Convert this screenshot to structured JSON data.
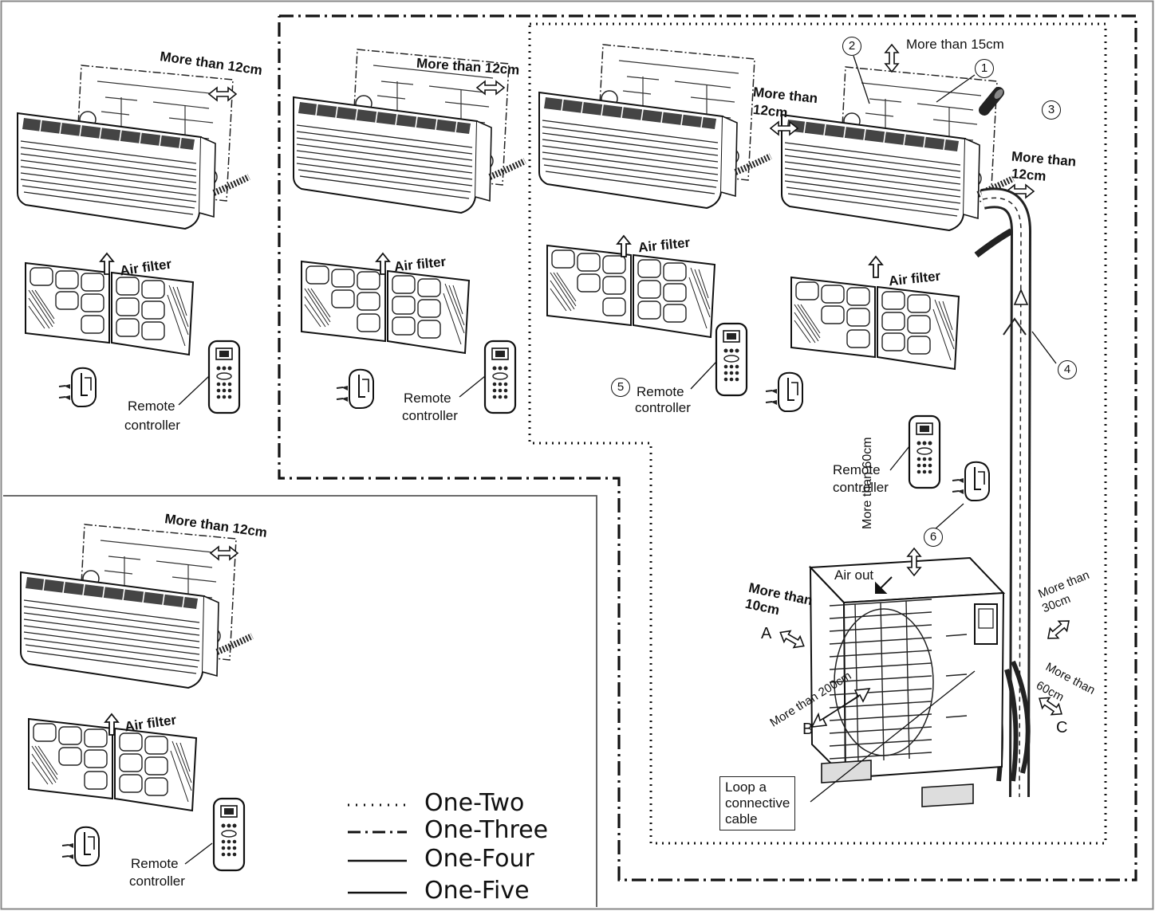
{
  "labels": {
    "more_than_12cm": "More than 12cm",
    "more_than_12cm_split_a": "More than",
    "more_than_12cm_split_b": "12cm",
    "more_than_15cm": "More than 15cm",
    "more_than_60cm": "More than 60cm",
    "more_than_10cm_a": "More than",
    "more_than_10cm_b": "10cm",
    "more_than_30cm_a": "More than",
    "more_than_30cm_b": "30cm",
    "more_than_60cm_a": "More than",
    "more_than_60cm_b": "60cm",
    "more_than_200cm": "More than 200cm",
    "air_filter": "Air filter",
    "remote_a": "Remote",
    "remote_b": "controller",
    "air_out": "Air out",
    "loop_cable": "Loop a\nconnective\ncable",
    "side_a": "A",
    "side_b": "B",
    "side_c": "C"
  },
  "callouts": [
    "1",
    "2",
    "3",
    "4",
    "5",
    "6"
  ],
  "legend": [
    {
      "style": "dotted",
      "label": "One-Two"
    },
    {
      "style": "dash-dot",
      "label": "One-Three"
    },
    {
      "style": "solid",
      "label": "One-Four"
    },
    {
      "style": "solid",
      "label": "One-Five"
    }
  ]
}
